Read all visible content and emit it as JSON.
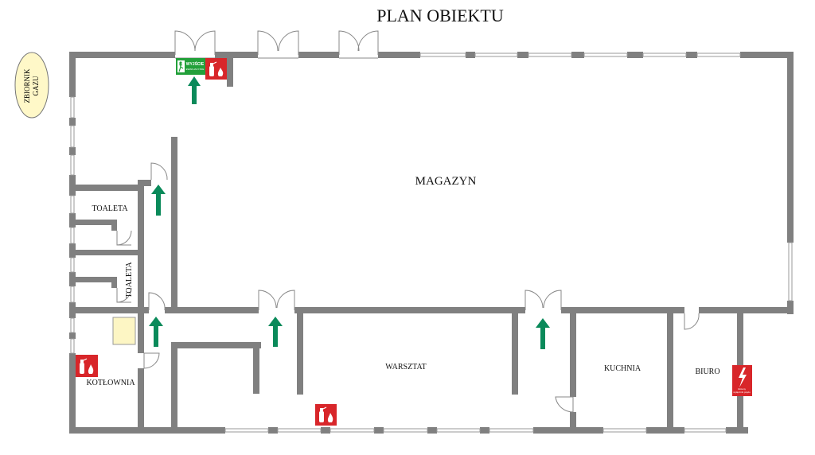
{
  "title": "PLAN OBIEKTU",
  "gas_tank": {
    "line1": "ZBIORNIK",
    "line2": "GAZU"
  },
  "rooms": {
    "magazyn": "MAGAZYN",
    "toaleta_top": "TOALETA",
    "toaleta_side": "TOALETA",
    "kotlownia": "KOTŁOWNIA",
    "warsztat": "WARSZTAT",
    "kuchnia": "KUCHNIA",
    "biuro": "BIURO"
  },
  "signs": {
    "exit_line1": "WYJŚCIE",
    "exit_line2": "EWAKUACYJNE",
    "electric_line1": "Główny",
    "electric_line2": "wyłącznik prądu"
  },
  "icons": [
    "emergency-exit-icon",
    "fire-extinguisher-icon",
    "evacuation-arrow-icon",
    "electric-switch-icon"
  ],
  "colors": {
    "wall": "#808080",
    "arrow": "#0a8a5a",
    "exit_sign": "#22a03a",
    "fire_sign": "#d8262a",
    "gas_tank": "#fff8c8",
    "boiler": "#fdf6c4"
  }
}
